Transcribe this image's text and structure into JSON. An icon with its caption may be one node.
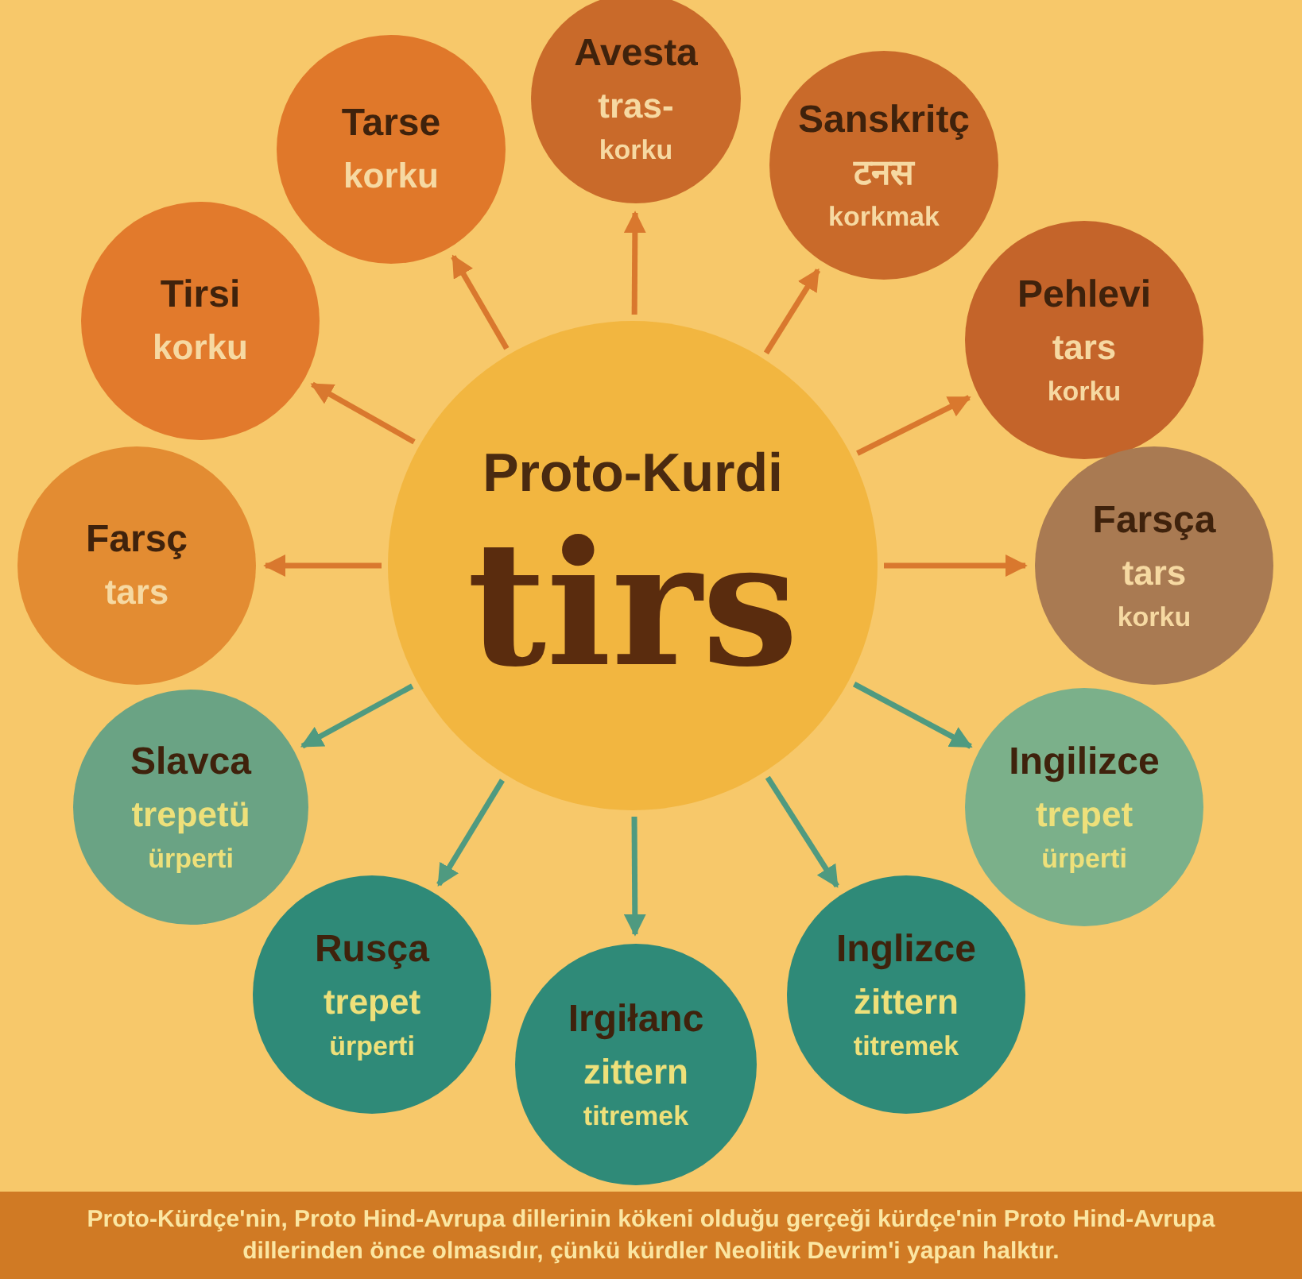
{
  "diagram": {
    "caption": "Proto-Kürdçe'nin, Proto Hind-Avrupa dillerinin kökeni olduğu gerçeği kürdçe'nin Proto Hind-Avrupa dillerinden önce olmasıdır, çünkü kürdler Neolitik Devrim'i yapan halktır.",
    "nodes": [
      {
        "text": [
          "Avesta",
          "tras-",
          "korku"
        ]
      },
      {
        "text": [
          "Tarse",
          "korku"
        ]
      },
      {
        "text": [
          "Sanskritç",
          "टनस",
          "korkmak"
        ]
      },
      {
        "text": [
          "Tirsi",
          "korku"
        ]
      },
      {
        "text": [
          "Pehlevi",
          "tars",
          "korku"
        ]
      },
      {
        "text": [
          "Proto-Kurdi",
          "tirs"
        ]
      },
      {
        "text": [
          "Farsç",
          "tars"
        ]
      },
      {
        "text": [
          "Farsça",
          "tars",
          "korku"
        ]
      },
      {
        "text": [
          "Slavca",
          "trepetü",
          "ürperti"
        ]
      },
      {
        "text": [
          "Ingilizce",
          "trepet",
          "ürperti"
        ]
      },
      {
        "text": [
          "Rusça",
          "trepet",
          "ürperti"
        ]
      },
      {
        "text": [
          "Inglizce",
          "żittern",
          "titremek"
        ]
      },
      {
        "text": [
          "Irgiłanc",
          "zittern",
          "titremek"
        ]
      }
    ],
    "edges": [
      {
        "from": 5,
        "to": 0,
        "arrow": "to"
      },
      {
        "from": 5,
        "to": 1,
        "arrow": "to"
      },
      {
        "from": 5,
        "to": 2,
        "arrow": "to"
      },
      {
        "from": 5,
        "to": 3,
        "arrow": "to"
      },
      {
        "from": 5,
        "to": 4,
        "arrow": "to"
      },
      {
        "from": 5,
        "to": 6,
        "arrow": "to"
      },
      {
        "from": 5,
        "to": 7,
        "arrow": "to"
      },
      {
        "from": 5,
        "to": 8,
        "arrow": "to",
        "color": "#4f9a80"
      },
      {
        "from": 5,
        "to": 9,
        "arrow": "to",
        "color": "#4f9a80"
      },
      {
        "from": 5,
        "to": 10,
        "arrow": "to",
        "color": "#4f9a80"
      },
      {
        "from": 5,
        "to": 11,
        "arrow": "to",
        "color": "#4f9a80"
      },
      {
        "from": 5,
        "to": 12,
        "arrow": "to",
        "color": "#4f9a80"
      }
    ]
  }
}
